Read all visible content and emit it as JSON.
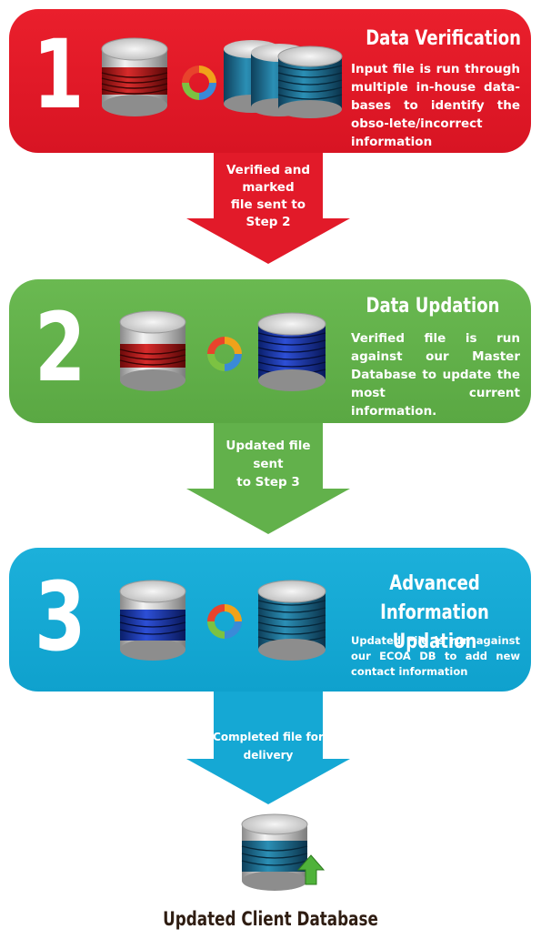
{
  "colors": {
    "step1": "#e21a29",
    "step2": "#62b14b",
    "step3": "#15a8d4",
    "final_label": "#2f1d12"
  },
  "steps": [
    {
      "number": "1",
      "title": "Data Verification",
      "description": "Input file is run through multiple in-house data-bases to identify the obso-lete/incorrect information",
      "icons": [
        "database-red-icon",
        "refresh-cycle-icon",
        "database-stack-blue-icon"
      ]
    },
    {
      "number": "2",
      "title": "Data Updation",
      "description": "Verified file is run against our Master Database to update the most current information.",
      "icons": [
        "database-red-icon",
        "refresh-cycle-icon",
        "database-blue-icon"
      ]
    },
    {
      "number": "3",
      "title": "Advanced Information Updation",
      "description": "Updated File is run against our ECOA DB to add new contact information",
      "icons": [
        "database-blue-icon",
        "refresh-cycle-icon",
        "database-teal-icon"
      ]
    }
  ],
  "arrows": [
    {
      "text": "Verified and\nmarked\nfile sent to\nStep 2"
    },
    {
      "text": "Updated file\nsent\nto Step 3"
    },
    {
      "text": "Completed file for\ndelivery"
    }
  ],
  "final": {
    "label": "Updated Client Database",
    "icons": [
      "database-teal-icon",
      "upload-arrow-icon"
    ]
  }
}
